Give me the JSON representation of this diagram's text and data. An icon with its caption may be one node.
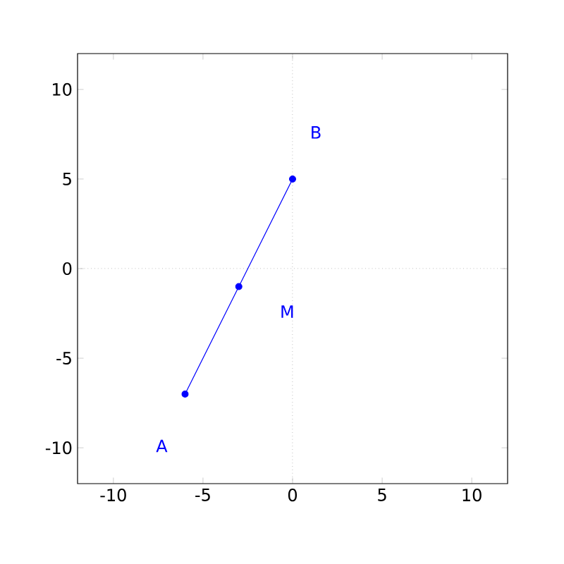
{
  "diagram": {
    "labels": [
      "A",
      "B",
      "M"
    ],
    "chart_data": {
      "type": "line",
      "x": [
        -6,
        -3,
        0
      ],
      "series": [
        {
          "color": "#0000ff",
          "marker": "circle",
          "values": [
            -7,
            -1,
            5
          ]
        }
      ],
      "xlim": [
        -12,
        12
      ],
      "ylim": [
        -12,
        12
      ],
      "xticks": [
        {
          "value": -10,
          "label": "-10"
        },
        {
          "value": -5,
          "label": "-5"
        },
        {
          "value": 0,
          "label": "0"
        },
        {
          "value": 5,
          "label": "5"
        },
        {
          "value": 10,
          "label": "10"
        }
      ],
      "yticks": [
        {
          "value": -10,
          "label": "-10"
        },
        {
          "value": -5,
          "label": "-5"
        },
        {
          "value": 0,
          "label": "0"
        },
        {
          "value": 5,
          "label": "5"
        },
        {
          "value": 10,
          "label": "10"
        }
      ]
    }
  }
}
